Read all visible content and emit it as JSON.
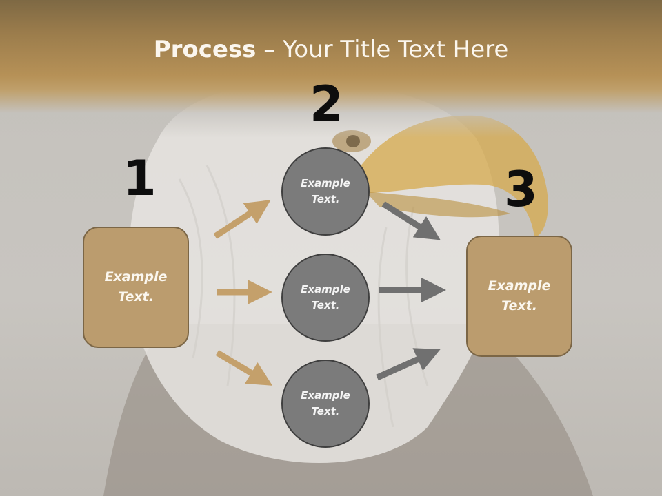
{
  "title": {
    "bold": "Process",
    "rest": " – Your Title Text Here"
  },
  "steps": {
    "one": "1",
    "two": "2",
    "three": "3"
  },
  "left_box": {
    "text": "Example Text."
  },
  "right_box": {
    "text": "Example Text."
  },
  "circles": [
    {
      "text": "Example Text."
    },
    {
      "text": "Example Text."
    },
    {
      "text": "Example Text."
    }
  ],
  "colors": {
    "tan": "#bb9c6e",
    "gray": "#7b7b7b",
    "tan_arrow": "#c4a06b",
    "gray_arrow": "#707070"
  },
  "background_image": "bald-eagle-head"
}
